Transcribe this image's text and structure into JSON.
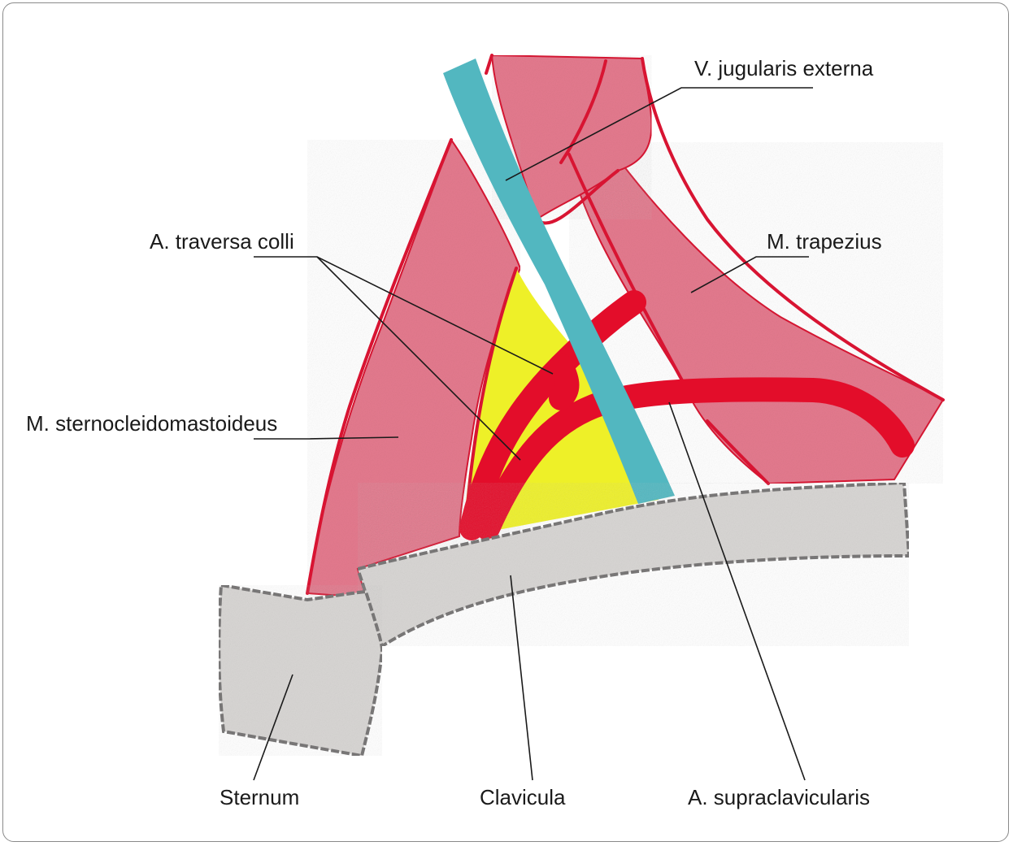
{
  "labels": {
    "v_jugularis_externa": "V. jugularis externa",
    "a_traversa_colli": "A. traversa colli",
    "m_trapezius": "M. trapezius",
    "m_sternocleidomastoideus": "M. sternocleidomastoideus",
    "sternum": "Sternum",
    "clavicula": "Clavicula",
    "a_supraclavicularis": "A. supraclavicularis"
  },
  "colors": {
    "muscle_fill": "#e47a8e",
    "muscle_outline": "#d81432",
    "vein": "#52b7c0",
    "artery": "#e30d2a",
    "fat_triangle": "#eef028",
    "bone_fill": "#d8d6d4",
    "bone_outline": "#7a7878",
    "leader_line": "#1a1a1a"
  }
}
